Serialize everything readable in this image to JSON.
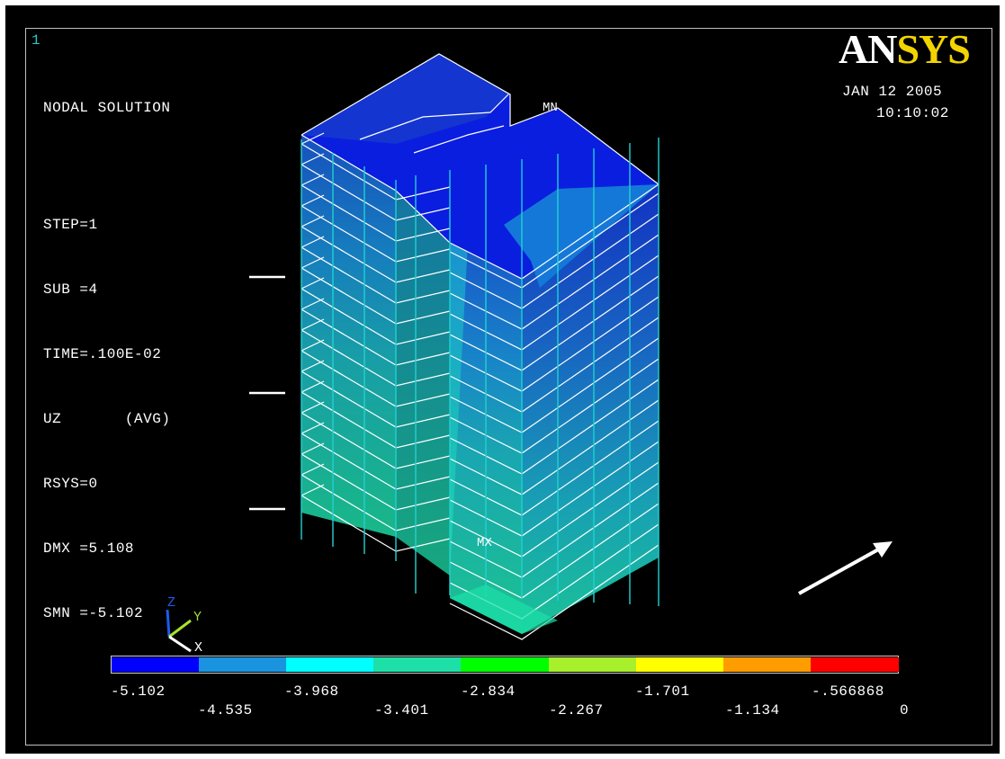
{
  "window_number": "1",
  "logo": {
    "part1": "AN",
    "part2": "SYS"
  },
  "plot_info": [
    "NODAL SOLUTION",
    "",
    "STEP=1",
    "SUB =4",
    "TIME=.100E-02",
    "UZ       (AVG)",
    "RSYS=0",
    "DMX =5.108",
    "SMN =-5.102"
  ],
  "date": "JAN 12 2005",
  "time": "10:10:02",
  "markers": {
    "min": "MN",
    "max": "MX"
  },
  "triad": {
    "z": "Z",
    "y": "Y",
    "x": "X"
  },
  "legend": {
    "colors": [
      "#0000ff",
      "#1a94de",
      "#00ffff",
      "#1de0a8",
      "#00ff00",
      "#a8ef2c",
      "#ffff00",
      "#ff9c00",
      "#ff0000"
    ],
    "top_labels": [
      "-5.102",
      "-3.968",
      "-2.834",
      "-1.701",
      "-.566868"
    ],
    "bottom_labels": [
      "-4.535",
      "-3.401",
      "-2.267",
      "-1.134",
      "0"
    ]
  }
}
